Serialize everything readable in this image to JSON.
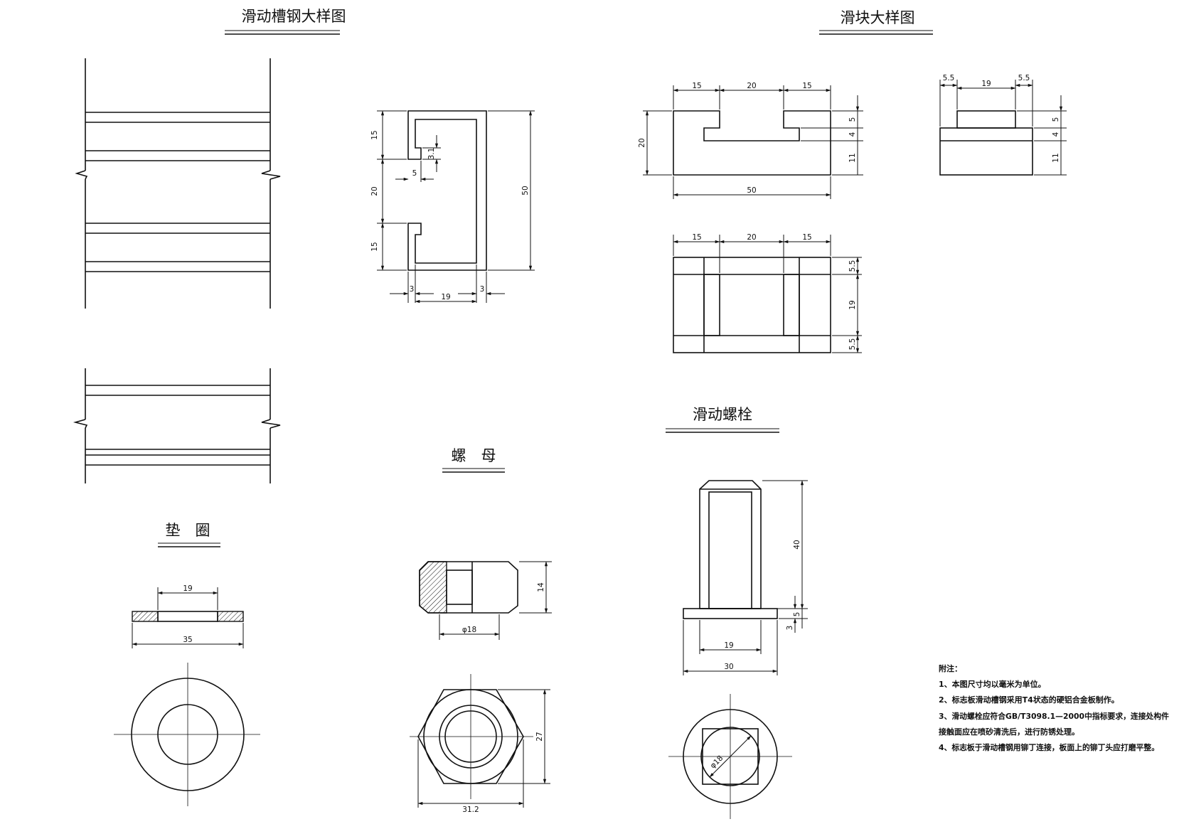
{
  "titles": {
    "channel": "滑动槽钢大样图",
    "slider": "滑块大样图",
    "bolt": "滑动螺栓",
    "nut": "螺　母",
    "washer": "垫　圈"
  },
  "dims": {
    "ch_15a": "15",
    "ch_20": "20",
    "ch_15b": "15",
    "ch_50": "50",
    "ch_31": "3.1",
    "ch_5": "5",
    "ch_3a": "3",
    "ch_19": "19",
    "ch_3b": "3",
    "sl_15a": "15",
    "sl_20": "20",
    "sl_15b": "15",
    "sl_h20": "20",
    "sl_5": "5",
    "sl_4": "4",
    "sl_11": "11",
    "sl_50": "50",
    "ss_55a": "5.5",
    "ss_19": "19",
    "ss_55b": "5.5",
    "ss_5": "5",
    "ss_4": "4",
    "ss_11": "11",
    "pl_15a": "15",
    "pl_20": "20",
    "pl_15b": "15",
    "pl_55a": "5.5",
    "pl_19": "19",
    "pl_55b": "5.5",
    "bo_40": "40",
    "bo_5": "5",
    "bo_3": "3",
    "bo_19": "19",
    "bo_30": "30",
    "bo_phi": "φ18",
    "nu_14": "14",
    "nu_phi": "φ18",
    "nu_27": "27",
    "nu_312": "31.2",
    "wa_19": "19",
    "wa_35": "35"
  },
  "notes": {
    "heading": "附注：",
    "items": [
      "1、本图尺寸均以毫米为单位。",
      "2、标志板滑动槽钢采用T4状态的硬铝合金板制作。",
      "3、滑动螺栓应符合GB/T3098.1—2000中指标要求，连接处构件",
      "接触面应在喷砂清洗后，进行防锈处理。",
      "4、标志板于滑动槽钢用铆丁连接，板面上的铆丁头应打磨平整。"
    ]
  }
}
